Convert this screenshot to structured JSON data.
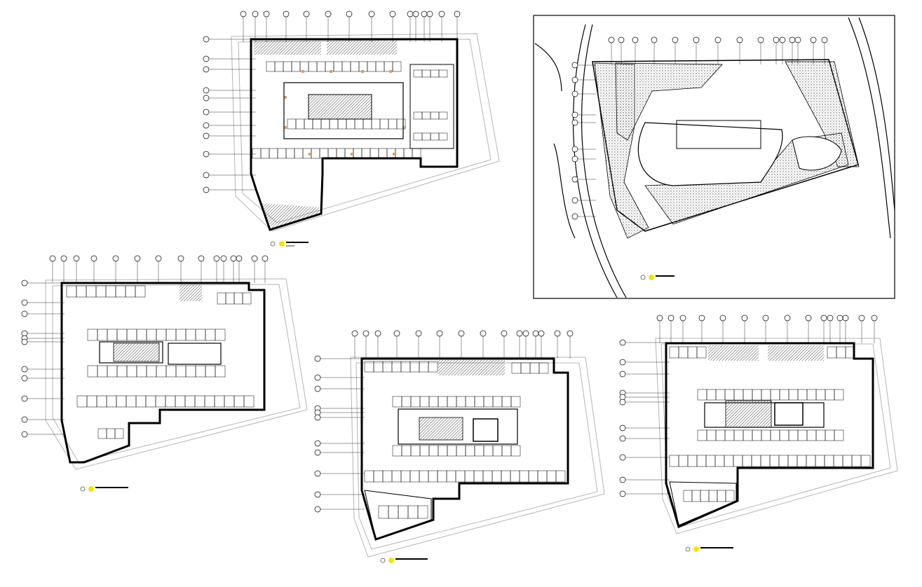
{
  "colors": {
    "line": "#000000",
    "hatch": "#555555",
    "grey_outline": "#b5b5b5",
    "title_marker": "#f2e600",
    "column_accent": "#d9a06b",
    "background": "#ffffff"
  },
  "icons": {
    "north_arrow": "north-arrow-icon",
    "grid_bubble": "grid-bubble-icon"
  },
  "drawings": [
    {
      "id": "plan-top-center",
      "title": "",
      "scale": ""
    },
    {
      "id": "site-plan",
      "title": "",
      "scale": ""
    },
    {
      "id": "plan-middle-left",
      "title": "",
      "scale": ""
    },
    {
      "id": "plan-bottom-center",
      "title": "",
      "scale": ""
    },
    {
      "id": "plan-bottom-right",
      "title": "",
      "scale": ""
    }
  ]
}
